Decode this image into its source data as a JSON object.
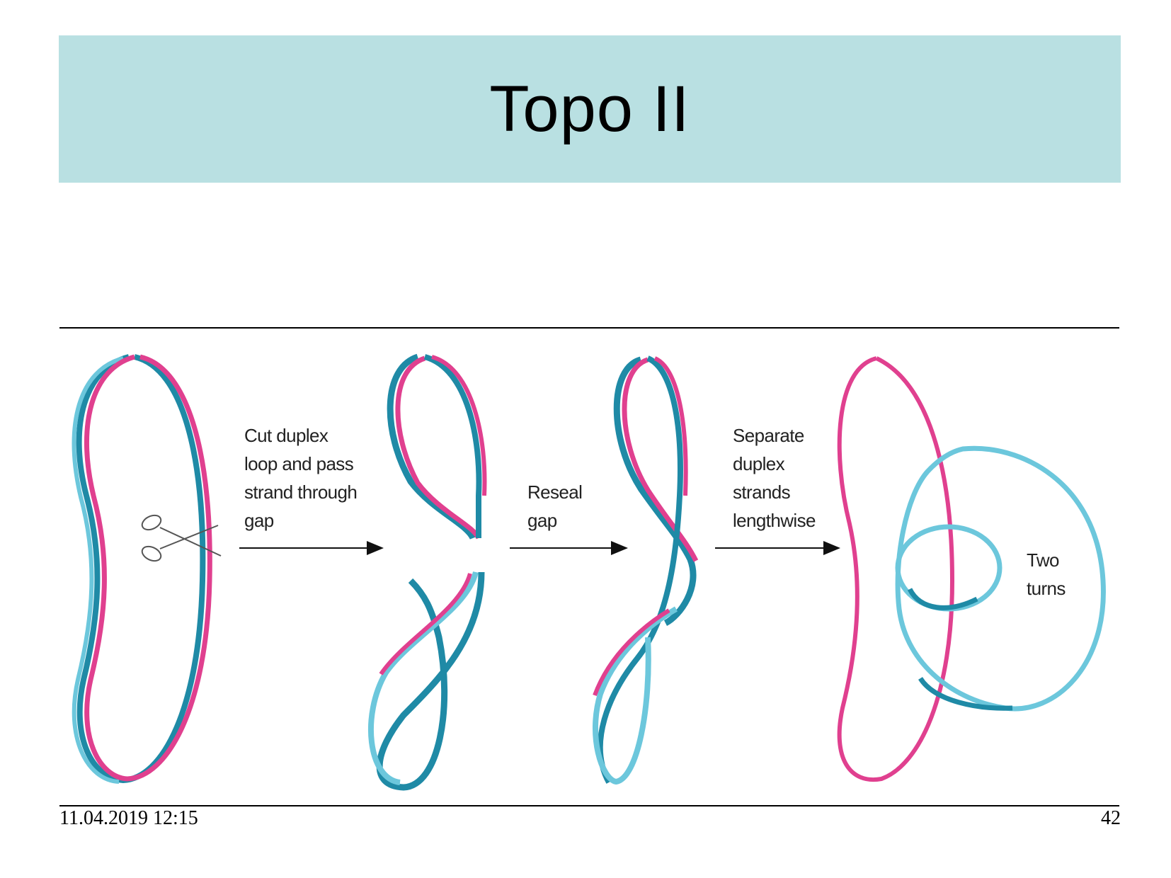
{
  "slide": {
    "title": "Topo II",
    "footer_date": "11.04.2019 12:15",
    "page_number": "42"
  },
  "figure": {
    "steps": [
      {
        "lines": [
          "Cut duplex",
          "loop and pass",
          "strand through",
          "gap"
        ]
      },
      {
        "lines": [
          "Reseal",
          "gap"
        ]
      },
      {
        "lines": [
          "Separate",
          "duplex",
          "strands",
          "lengthwise"
        ]
      }
    ],
    "result_label": [
      "Two",
      "turns"
    ],
    "colors": {
      "pink": "#e0408f",
      "teal": "#1f8aa6",
      "cyan": "#6cc7dc",
      "title_band": "#b9e0e2"
    }
  }
}
